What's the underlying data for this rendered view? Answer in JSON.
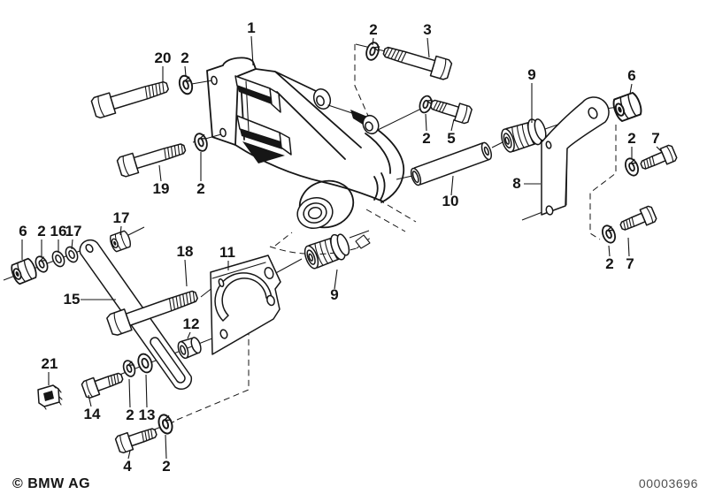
{
  "diagram": {
    "type": "exploded-parts-drawing",
    "colors": {
      "ink": "#161616",
      "background": "#ffffff",
      "footer_number": "#4f4f4f"
    }
  },
  "footer": {
    "copyright": "© BMW AG",
    "number": "00003696"
  },
  "callouts": [
    {
      "part": "1"
    },
    {
      "part": "20"
    },
    {
      "part": "2"
    },
    {
      "part": "19"
    },
    {
      "part": "2"
    },
    {
      "part": "2"
    },
    {
      "part": "3"
    },
    {
      "part": "2"
    },
    {
      "part": "5"
    },
    {
      "part": "9"
    },
    {
      "part": "6"
    },
    {
      "part": "2"
    },
    {
      "part": "7"
    },
    {
      "part": "8"
    },
    {
      "part": "10"
    },
    {
      "part": "2"
    },
    {
      "part": "7"
    },
    {
      "part": "6"
    },
    {
      "part": "2"
    },
    {
      "part": "16"
    },
    {
      "part": "17"
    },
    {
      "part": "17"
    },
    {
      "part": "15"
    },
    {
      "part": "18"
    },
    {
      "part": "11"
    },
    {
      "part": "12"
    },
    {
      "part": "9"
    },
    {
      "part": "21"
    },
    {
      "part": "14"
    },
    {
      "part": "2"
    },
    {
      "part": "13"
    },
    {
      "part": "4"
    },
    {
      "part": "2"
    }
  ]
}
